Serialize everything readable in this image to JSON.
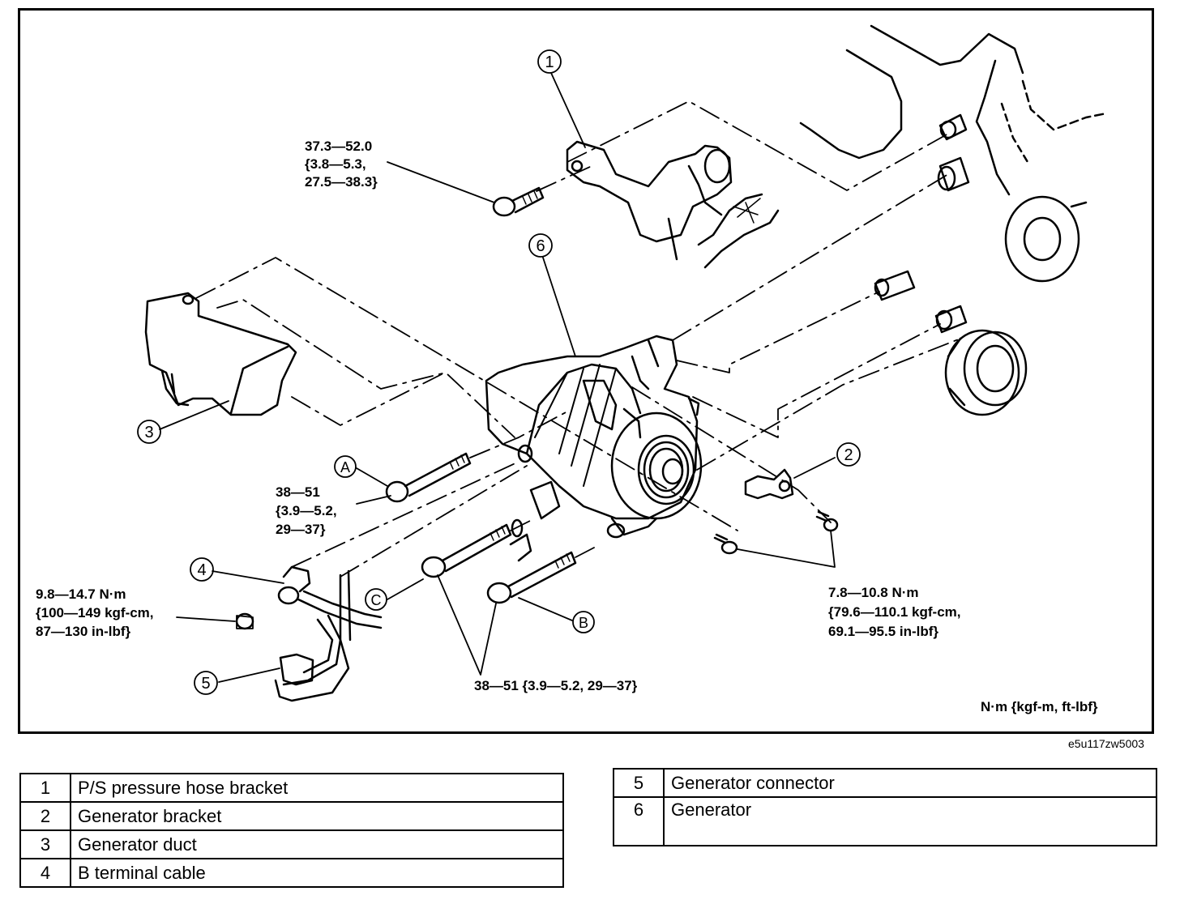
{
  "callouts": {
    "c1": "1",
    "c2": "2",
    "c3": "3",
    "c4": "4",
    "c5": "5",
    "c6": "6",
    "cA": "A",
    "cB": "B",
    "cC": "C"
  },
  "torque_specs": {
    "bracket_bolt": [
      "37.3—52.0",
      "{3.8—5.3,",
      "27.5—38.3}"
    ],
    "bolt_a": [
      "38—51",
      "{3.9—5.2,",
      "29—37}"
    ],
    "b_terminal_nut": [
      "9.8—14.7 N·m",
      "{100—149 kgf-cm,",
      " 87—130 in-lbf}"
    ],
    "generator_bracket_bolts": [
      "7.8—10.8 N·m",
      "{79.6—110.1 kgf-cm,",
      " 69.1—95.5 in-lbf}"
    ],
    "bolts_b_c": "38—51 {3.9—5.2, 29—37}"
  },
  "units_note": "N·m {kgf-m, ft-lbf}",
  "figure_id": "e5u117zw5003",
  "parts_left": [
    {
      "num": "1",
      "name": "P/S pressure hose bracket"
    },
    {
      "num": "2",
      "name": "Generator bracket"
    },
    {
      "num": "3",
      "name": "Generator duct"
    },
    {
      "num": "4",
      "name": "B terminal cable"
    }
  ],
  "parts_right": [
    {
      "num": "5",
      "name": "Generator connector"
    },
    {
      "num": "6",
      "name": "Generator"
    }
  ]
}
